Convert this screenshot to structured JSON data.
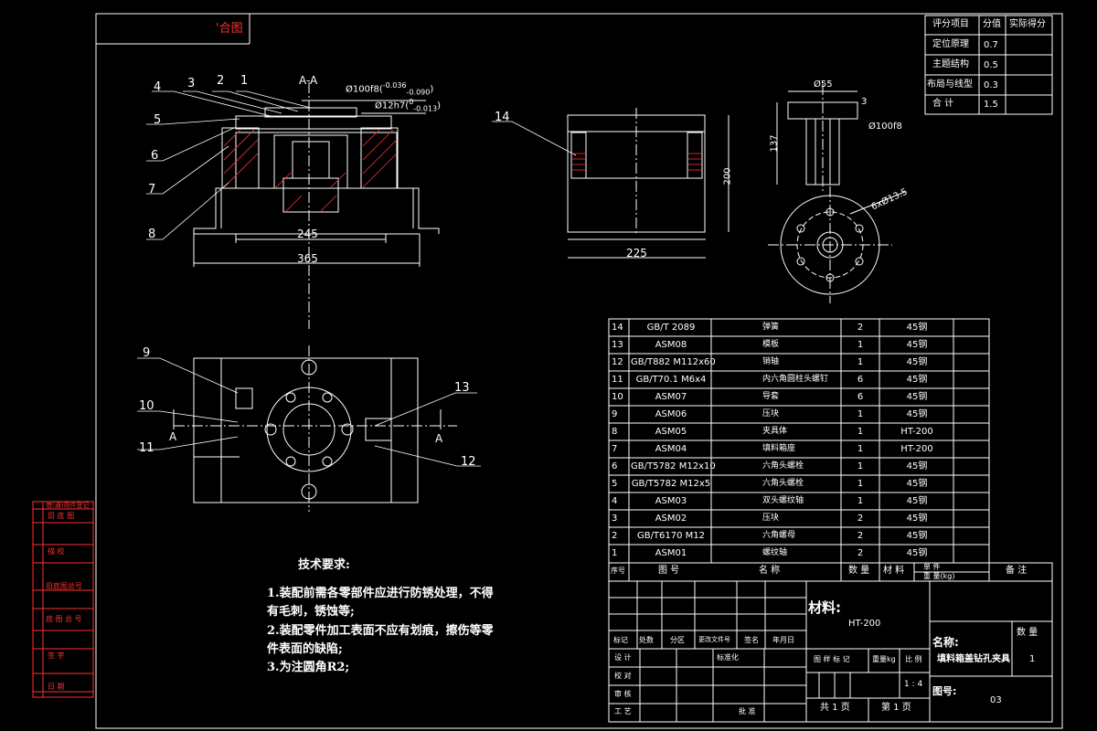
{
  "title_tab": "'合图",
  "section_label": "A-A",
  "view_arrows": [
    "A",
    "A"
  ],
  "dims": {
    "d_100f8": "Ø100f8",
    "d_100f8_tol_up": "-0.036",
    "d_100f8_tol_dn": "-0.090",
    "d_12h7": "Ø12h7",
    "d_12h7_tol_up": "0",
    "d_12h7_tol_dn": "-0.013",
    "d_245": "245",
    "d_365": "365",
    "d_225": "225",
    "d_200": "200",
    "d_137": "137",
    "d_55": "Ø55",
    "d_3": "3",
    "d_100f8_b": "Ø100f8",
    "d_hole": "6xØ13.5"
  },
  "balloons": [
    "1",
    "2",
    "3",
    "4",
    "5",
    "6",
    "7",
    "8",
    "9",
    "10",
    "11",
    "12",
    "13",
    "14"
  ],
  "score_table": {
    "headers": [
      "评分项目",
      "分值",
      "实际得分"
    ],
    "rows": [
      {
        "item": "定位原理",
        "score": "0.7"
      },
      {
        "item": "主题结构",
        "score": "0.5"
      },
      {
        "item": "布局与线型",
        "score": "0.3"
      },
      {
        "item": "合    计",
        "score": "1.5"
      }
    ]
  },
  "left_stamp": [
    "借(通)用件登记",
    "旧 底 图",
    "描    校",
    "旧底图总号",
    "底 图 总 号",
    "签    字",
    "日    期"
  ],
  "bom": [
    {
      "no": "14",
      "code": "GB/T 2089",
      "name": "弹簧",
      "qty": "2",
      "mat": "45钢"
    },
    {
      "no": "13",
      "code": "ASM08",
      "name": "模板",
      "qty": "1",
      "mat": "45钢"
    },
    {
      "no": "12",
      "code": "GB/T882 M112x60",
      "name": "销轴",
      "qty": "1",
      "mat": "45钢"
    },
    {
      "no": "11",
      "code": "GB/T70.1 M6x4",
      "name": "内六角圆柱头螺钉",
      "qty": "6",
      "mat": "45钢"
    },
    {
      "no": "10",
      "code": "ASM07",
      "name": "导套",
      "qty": "6",
      "mat": "45钢"
    },
    {
      "no": "9",
      "code": "ASM06",
      "name": "压块",
      "qty": "1",
      "mat": "45钢"
    },
    {
      "no": "8",
      "code": "ASM05",
      "name": "夹具体",
      "qty": "1",
      "mat": "HT-200"
    },
    {
      "no": "7",
      "code": "ASM04",
      "name": "填料箱座",
      "qty": "1",
      "mat": "HT-200"
    },
    {
      "no": "6",
      "code": "GB/T5782 M12x10",
      "name": "六角头螺栓",
      "qty": "1",
      "mat": "45钢"
    },
    {
      "no": "5",
      "code": "GB/T5782 M12x5",
      "name": "六角头螺栓",
      "qty": "1",
      "mat": "45钢"
    },
    {
      "no": "4",
      "code": "ASM03",
      "name": "双头螺纹轴",
      "qty": "1",
      "mat": "45钢"
    },
    {
      "no": "3",
      "code": "ASM02",
      "name": "压块",
      "qty": "2",
      "mat": "45钢"
    },
    {
      "no": "2",
      "code": "GB/T6170 M12",
      "name": "六角螺母",
      "qty": "2",
      "mat": "45钢"
    },
    {
      "no": "1",
      "code": "ASM01",
      "name": "螺纹轴",
      "qty": "2",
      "mat": "45钢"
    }
  ],
  "bom_header": {
    "no": "序号",
    "code": "图    号",
    "name": "名    称",
    "qty": "数 量",
    "mat": "材 料",
    "w1": "单 件",
    "w2": "重 量(kg)",
    "remark": "备 注"
  },
  "title_block": {
    "material_label": "材料:",
    "material": "HT-200",
    "name_label": "名称:",
    "name": "填料箱盖钻孔夹具",
    "drawing_no_label": "图号:",
    "drawing_no": "03",
    "qty_label": "数 量",
    "qty": "1",
    "stage_mark": "图 样 标 记",
    "weight": "重量kg",
    "scale_label": "比 例",
    "scale": "1 : 4",
    "sheet_total": "共 1 页",
    "sheet_no": "第 1 页",
    "rev_headers": [
      "标记",
      "处数",
      "分区",
      "更改文件号",
      "签名",
      "年月日"
    ],
    "roles": [
      "设 计",
      "校 对",
      "审 核",
      "工 艺"
    ],
    "standardize": "标准化",
    "approve": "批 准"
  },
  "tech_title": "技术要求:",
  "tech_lines": [
    "1.装配前需各零部件应进行防锈处理，不得",
    "有毛刺，锈蚀等;",
    "2.装配零件加工表面不应有划痕，擦伤等零",
    "件表面的缺陷;",
    "3.为注圆角R2;"
  ]
}
